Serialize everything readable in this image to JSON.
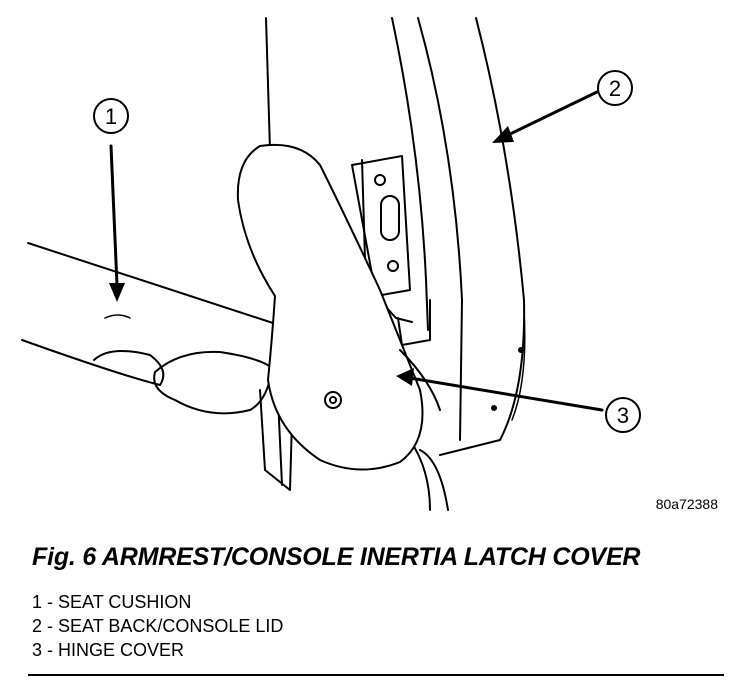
{
  "figure": {
    "code": "80a72388",
    "callouts": [
      {
        "number": "1"
      },
      {
        "number": "2"
      },
      {
        "number": "3"
      }
    ]
  },
  "caption": "Fig. 6 ARMREST/CONSOLE INERTIA LATCH COVER",
  "legend": [
    "1 - SEAT CUSHION",
    "2 - SEAT BACK/CONSOLE LID",
    "3 - HINGE COVER"
  ]
}
